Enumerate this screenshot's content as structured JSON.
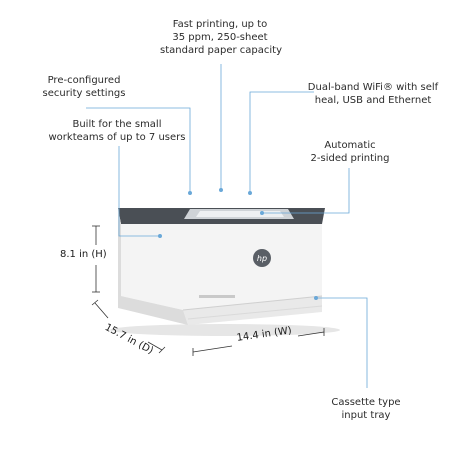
{
  "callouts": {
    "fast_printing": [
      "Fast printing, up to",
      "35 ppm, 250-sheet",
      "standard paper capacity"
    ],
    "security": [
      "Pre-configured",
      "security settings"
    ],
    "dual_band": [
      "Dual-band WiFi® with self",
      "heal, USB and Ethernet"
    ],
    "workteams": [
      "Built for the small",
      "workteams of up to 7 users"
    ],
    "two_sided": [
      "Automatic",
      "2-sided printing"
    ],
    "cassette": [
      "Cassette type",
      "input tray"
    ]
  },
  "dimensions": {
    "height": "8.1 in (H)",
    "depth": "15.7 in (D)",
    "width": "14.4 in (W)"
  },
  "colors": {
    "leader": "#6aa8d8",
    "body": "#f4f4f4",
    "top": "#4a4f55",
    "dim_line": "#333333"
  }
}
